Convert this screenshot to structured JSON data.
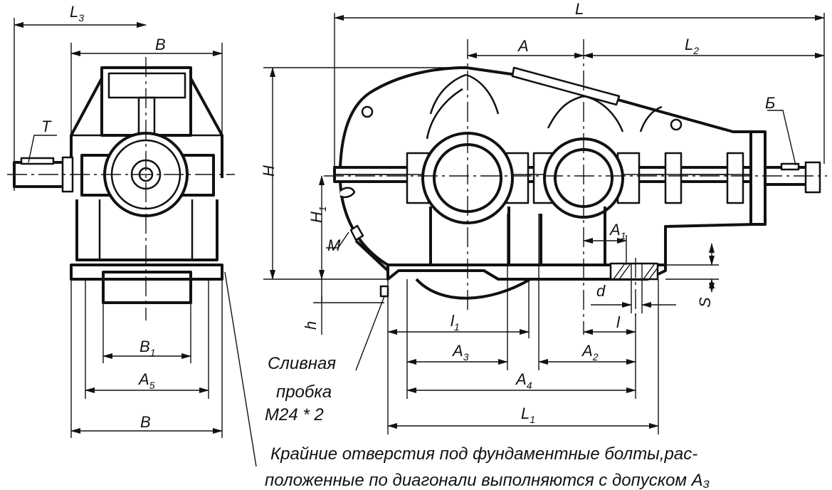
{
  "labels": {
    "L3": "L",
    "L3_sub": "3",
    "B_top": "B",
    "T": "T",
    "B1": "B",
    "B1_sub": "1",
    "A5": "A",
    "A5_sub": "5",
    "B_bottom": "B",
    "L": "L",
    "A": "A",
    "L2": "L",
    "L2_sub": "2",
    "H": "H",
    "H1": "H",
    "H1_sub": "1",
    "M": "M",
    "h": "h",
    "Bcyr": "Б",
    "A1": "A",
    "A1_sub": "1",
    "d": "d",
    "l_small": "l",
    "S": "S",
    "l1": "l",
    "l1_sub": "1",
    "A3": "A",
    "A3_sub": "3",
    "A2": "A",
    "A2_sub": "2",
    "A4": "A",
    "A4_sub": "4",
    "L1": "L",
    "L1_sub": "1"
  },
  "drain_plug": {
    "line1": "Сливная",
    "line2": "пробка",
    "line3": "М24 * 2"
  },
  "footnote": {
    "line1": "Крайние отверстия под фундаментные болты,рас-",
    "line2": "положенные по диагонали выполняются с допуском А₃"
  }
}
